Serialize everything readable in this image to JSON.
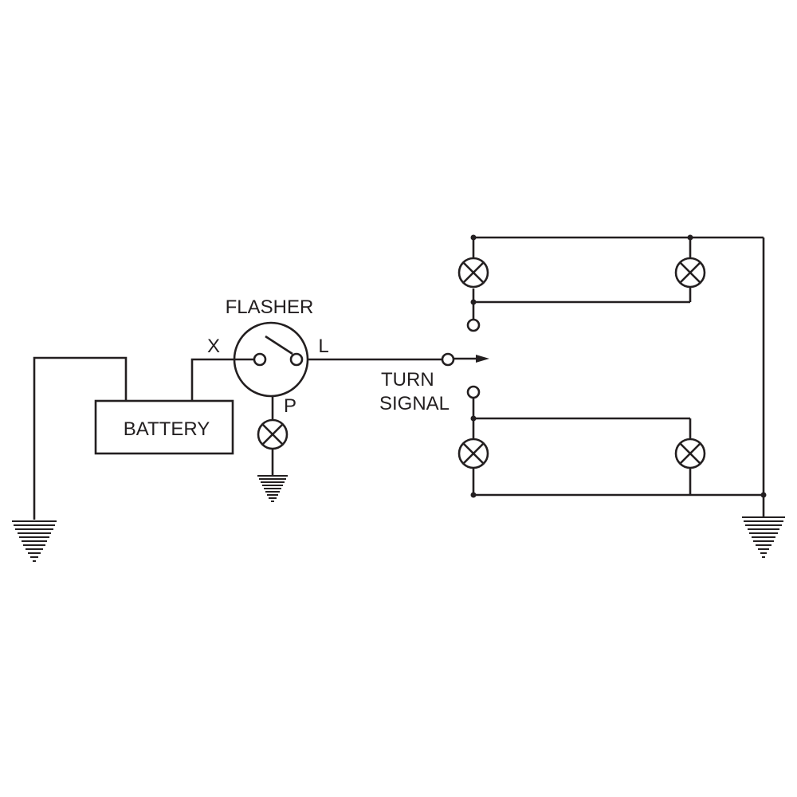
{
  "labels": {
    "flasher": "FLASHER",
    "x": "X",
    "l": "L",
    "p": "P",
    "battery": "BATTERY",
    "turn": "TURN",
    "signal": "SIGNAL"
  },
  "colors": {
    "ink": "#231f20",
    "background": "#ffffff"
  }
}
